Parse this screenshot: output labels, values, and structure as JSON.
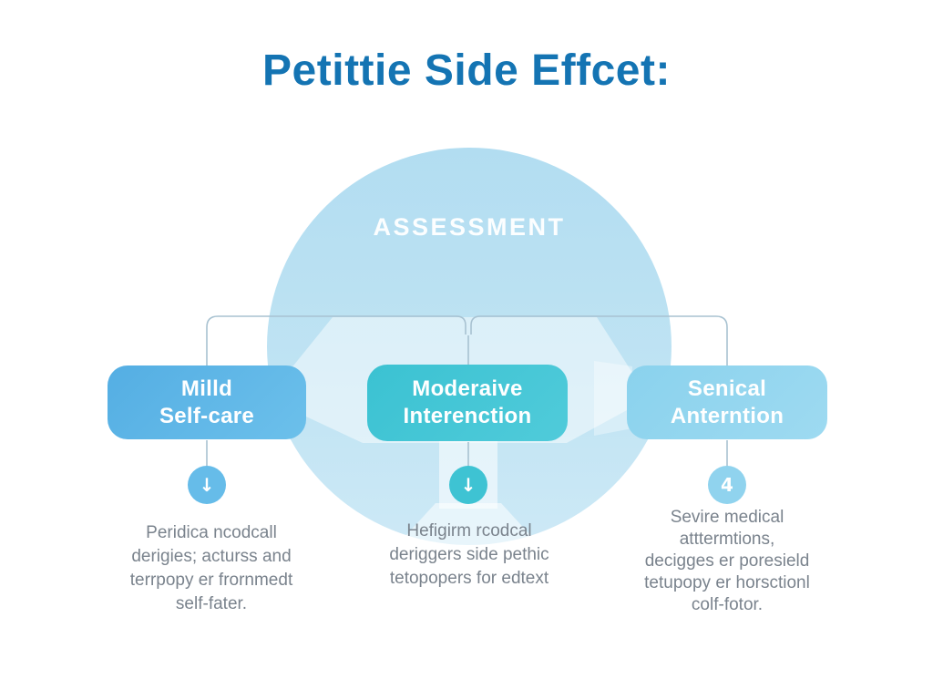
{
  "title": "Petittie Side Effcet:",
  "assessment_label": "ASSESSMENT",
  "columns": [
    {
      "name": "mild",
      "box_label": "Milld\nSelf-care",
      "badge_glyph": "↓",
      "description": "Peridica ncodcall\nderigies; acturss and\nterrpopy er frornmedt\nself-fater."
    },
    {
      "name": "moderate",
      "box_label": "Moderaive\nInterenction",
      "badge_glyph": "↓",
      "description": "Hefigirm rcodcal\nderiggers side pethic\ntetopopers for edtext"
    },
    {
      "name": "severe",
      "box_label": "Senical\nAnterntion",
      "badge_glyph": "4",
      "description": "Sevire medical\natttermtions,\ndecigges er poresield\ntetupopy er horsctionl\ncolf-fotor."
    }
  ],
  "colors": {
    "title": "#1474B3",
    "circle_top": "#B2DDF1",
    "circle_bottom": "#CDE9F6",
    "box_mild": "#5FB8E8",
    "box_moderate": "#41C6D5",
    "box_severe": "#93D6EF",
    "badge_mild": "#66BCE9",
    "badge_moderate": "#3EC3D3",
    "badge_severe": "#90D3EE",
    "connector_line": "#A8C2D1",
    "description_text": "#7A838D"
  }
}
